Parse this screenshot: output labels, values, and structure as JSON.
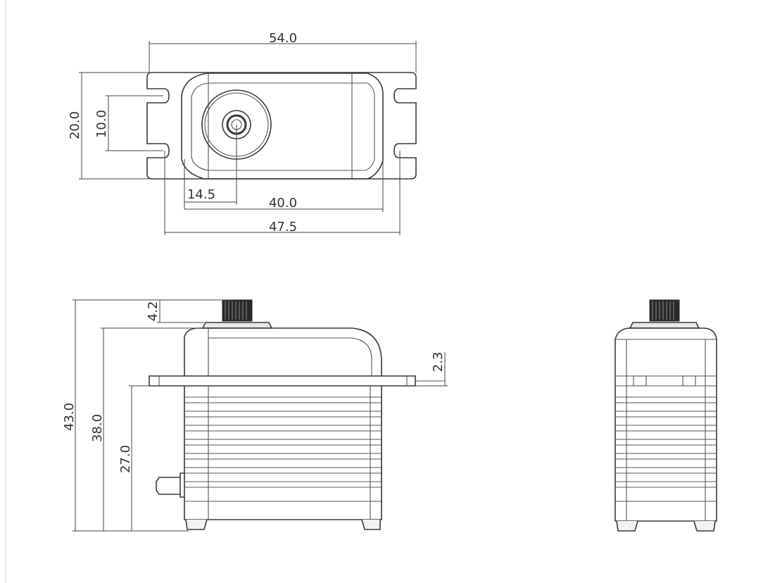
{
  "drawing": {
    "top_view": {
      "width_overall": "54.0",
      "height_overall": "20.0",
      "mount_hole_spacing": "10.0",
      "shaft_offset": "14.5",
      "body_length": "40.0",
      "hole_spacing": "47.5"
    },
    "side_view": {
      "overall_height": "43.0",
      "body_height": "38.0",
      "flange_height": "27.0",
      "spline_height": "4.2",
      "flange_thickness": "2.3"
    }
  }
}
